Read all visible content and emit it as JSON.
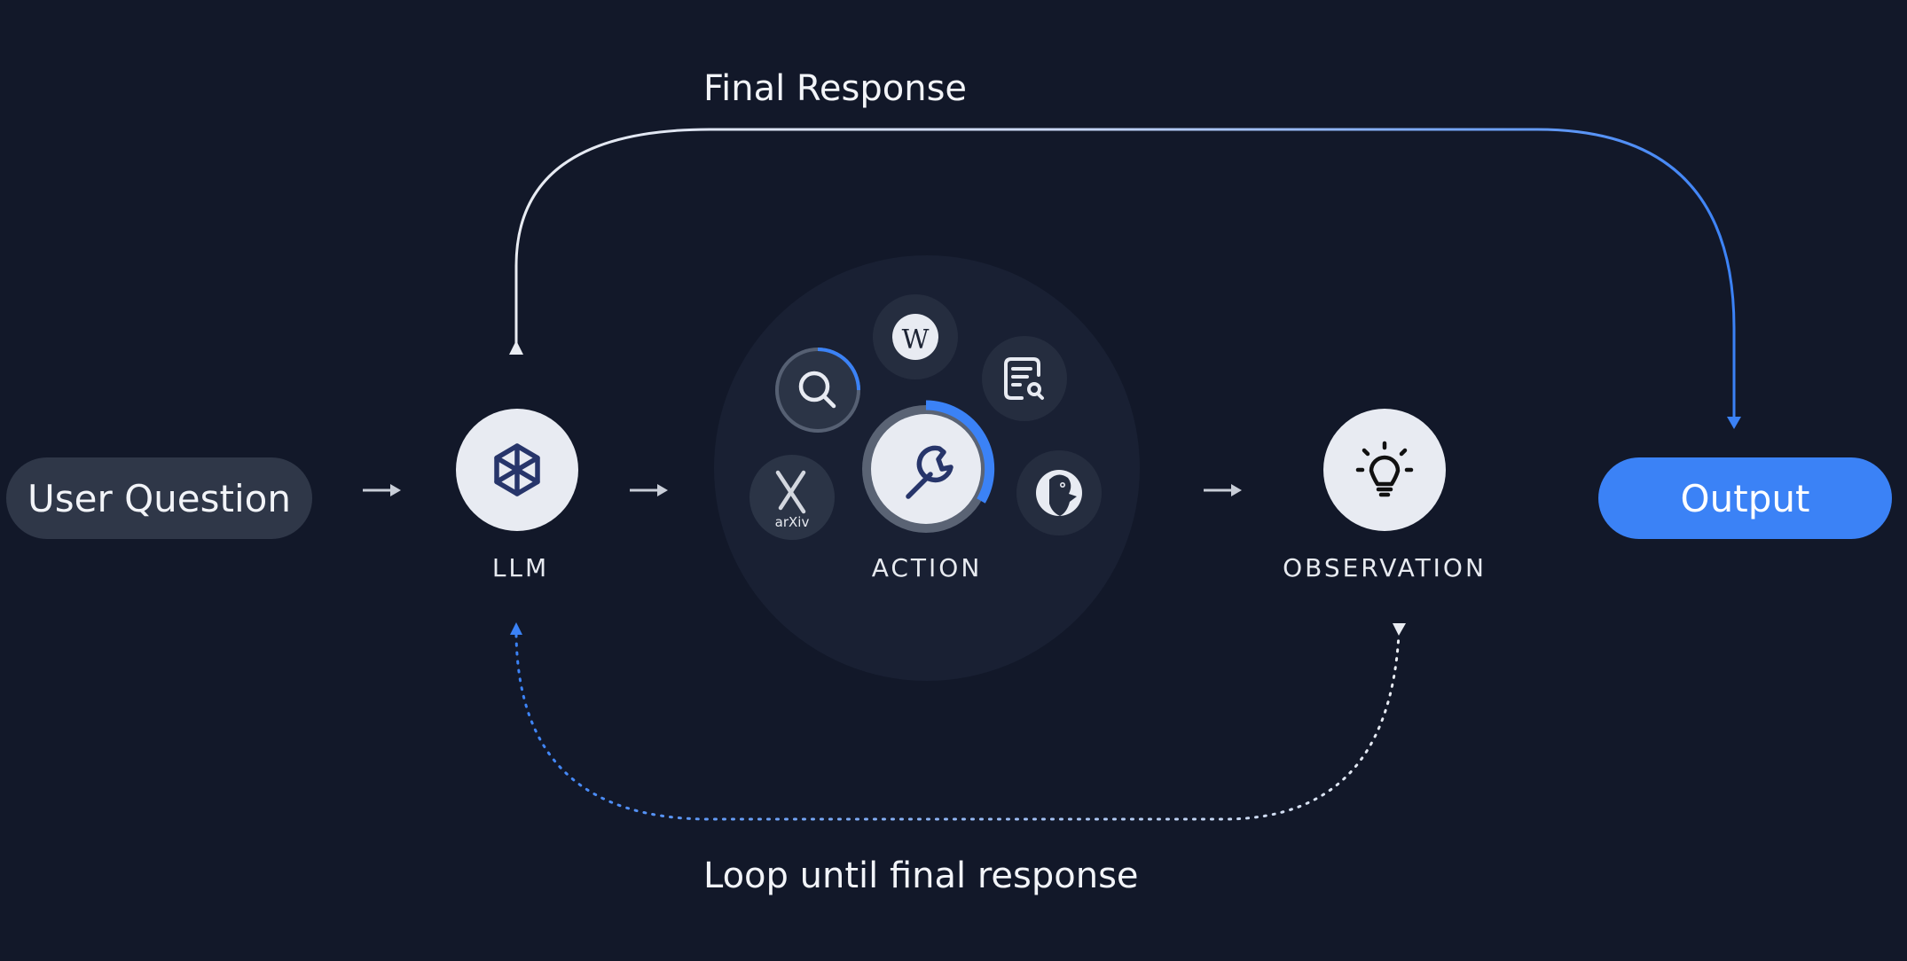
{
  "title_top": "Final Response",
  "title_bottom": "Loop until final response",
  "nodes": {
    "user_question": "User Question",
    "llm": "LLM",
    "action": "ACTION",
    "observation": "OBSERVATION",
    "output": "Output"
  },
  "tools": {
    "arxiv_label": "arXiv",
    "wikipedia_glyph": "W"
  },
  "colors": {
    "background": "#121829",
    "accent_blue": "#3b82f6",
    "node_fill": "#e8ebf2",
    "pill_dark": "#2f3748",
    "icon_dark": "#27356a"
  },
  "icons": [
    "cube-icon",
    "wrench-icon",
    "lightbulb-icon",
    "search-icon",
    "wikipedia-icon",
    "document-search-icon",
    "arxiv-icon",
    "duckduckgo-icon"
  ]
}
